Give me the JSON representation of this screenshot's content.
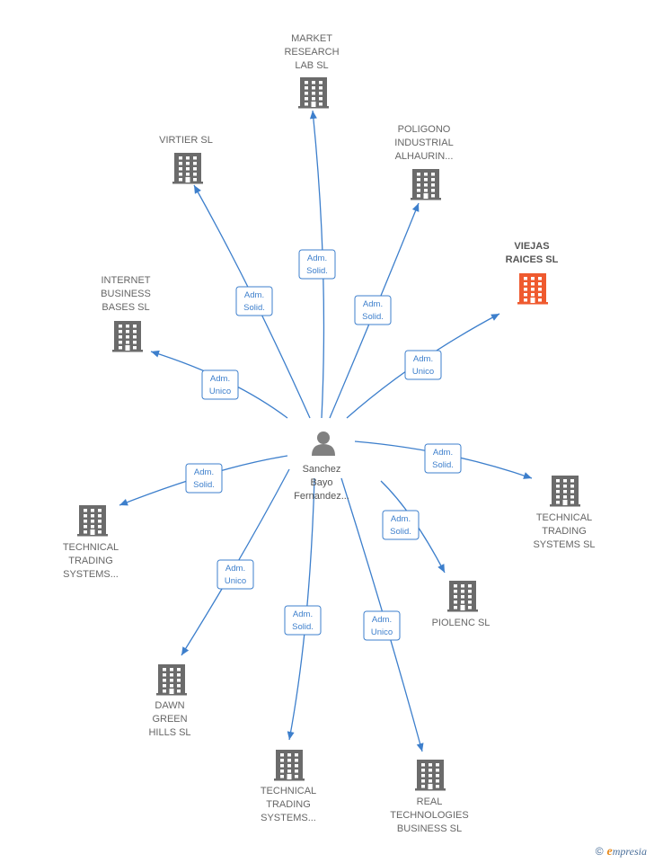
{
  "center": {
    "label_lines": [
      "Sanchez",
      "Bayo",
      "Fernandez..."
    ],
    "icon": "person-icon"
  },
  "nodes": [
    {
      "id": "market-research-lab",
      "label_lines": [
        "MARKET",
        "RESEARCH",
        "LAB SL"
      ],
      "relation": [
        "Adm.",
        "Solid."
      ],
      "focus": false,
      "icon": "building-icon"
    },
    {
      "id": "virtier",
      "label_lines": [
        "VIRTIER SL"
      ],
      "relation": [
        "Adm.",
        "Solid."
      ],
      "focus": false,
      "icon": "building-icon"
    },
    {
      "id": "poligono-industrial",
      "label_lines": [
        "POLIGONO",
        "INDUSTRIAL",
        "ALHAURIN..."
      ],
      "relation": [
        "Adm.",
        "Solid."
      ],
      "focus": false,
      "icon": "building-icon"
    },
    {
      "id": "viejas-raices",
      "label_lines": [
        "VIEJAS",
        "RAICES  SL"
      ],
      "relation": [
        "Adm.",
        "Unico"
      ],
      "focus": true,
      "icon": "building-icon"
    },
    {
      "id": "internet-business-bases",
      "label_lines": [
        "INTERNET",
        "BUSINESS",
        "BASES SL"
      ],
      "relation": [
        "Adm.",
        "Unico"
      ],
      "focus": false,
      "icon": "building-icon"
    },
    {
      "id": "technical-trading-right",
      "label_lines": [
        "TECHNICAL",
        "TRADING",
        "SYSTEMS SL"
      ],
      "relation": [
        "Adm.",
        "Solid."
      ],
      "focus": false,
      "icon": "building-icon"
    },
    {
      "id": "technical-trading-left",
      "label_lines": [
        "TECHNICAL",
        "TRADING",
        "SYSTEMS..."
      ],
      "relation": [
        "Adm.",
        "Solid."
      ],
      "focus": false,
      "icon": "building-icon"
    },
    {
      "id": "piolenc",
      "label_lines": [
        "PIOLENC SL"
      ],
      "relation": [
        "Adm.",
        "Solid."
      ],
      "focus": false,
      "icon": "building-icon"
    },
    {
      "id": "dawn-green-hills",
      "label_lines": [
        "DAWN",
        "GREEN",
        "HILLS SL"
      ],
      "relation": [
        "Adm.",
        "Unico"
      ],
      "focus": false,
      "icon": "building-icon"
    },
    {
      "id": "technical-trading-bottom",
      "label_lines": [
        "TECHNICAL",
        "TRADING",
        "SYSTEMS..."
      ],
      "relation": [
        "Adm.",
        "Solid."
      ],
      "focus": false,
      "icon": "building-icon"
    },
    {
      "id": "real-technologies-business",
      "label_lines": [
        "REAL",
        "TECHNOLOGIES",
        "BUSINESS SL"
      ],
      "relation": [
        "Adm.",
        "Unico"
      ],
      "focus": false,
      "icon": "building-icon"
    }
  ],
  "colors": {
    "edge": "#3d7fcc",
    "building": "#6b6b6b",
    "focus_building": "#ef5a2f",
    "label": "#666666"
  },
  "footer": {
    "copyright_symbol": "©",
    "brand_first": "e",
    "brand_rest": "mpresia"
  }
}
